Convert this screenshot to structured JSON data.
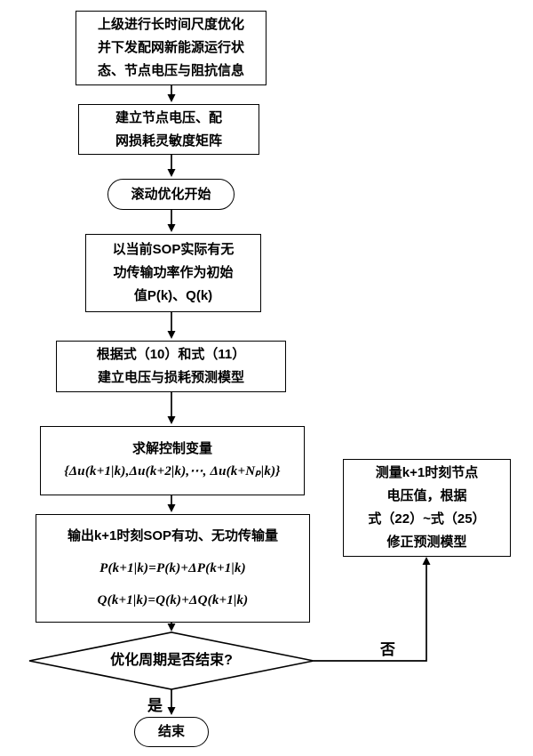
{
  "flowchart": {
    "nodes": {
      "upper": {
        "lines": [
          "上级进行长时间尺度优化",
          "并下发配网新能源运行状",
          "态、节点电压与阻抗信息"
        ]
      },
      "sensitivity": {
        "lines": [
          "建立节点电压、配",
          "网损耗灵敏度矩阵"
        ]
      },
      "start": {
        "label": "滚动优化开始"
      },
      "initial": {
        "lines": [
          "以当前SOP实际有无",
          "功传输功率作为初始",
          "值P(k)、Q(k)"
        ]
      },
      "model": {
        "lines": [
          "根据式（10）和式（11）",
          "建立电压与损耗预测模型"
        ]
      },
      "solve": {
        "title": "求解控制变量",
        "formula": "{Δu(k+1|k),Δu(k+2|k),⋯, Δu(k+Nₚ|k)}"
      },
      "output": {
        "title": "输出k+1时刻SOP有功、无功传输量",
        "formula_p": "P(k+1|k)=P(k)+ΔP(k+1|k)",
        "formula_q": "Q(k+1|k)=Q(k)+ΔQ(k+1|k)"
      },
      "decision": {
        "label": "优化周期是否结束?"
      },
      "measure": {
        "lines": [
          "测量k+1时刻节点",
          "电压值，根据",
          "式（22）~式（25）",
          "修正预测模型"
        ]
      },
      "end": {
        "label": "结束"
      }
    },
    "edge_labels": {
      "no": "否",
      "yes": "是"
    },
    "colors": {
      "stroke": "#000000",
      "fill": "#ffffff"
    }
  }
}
